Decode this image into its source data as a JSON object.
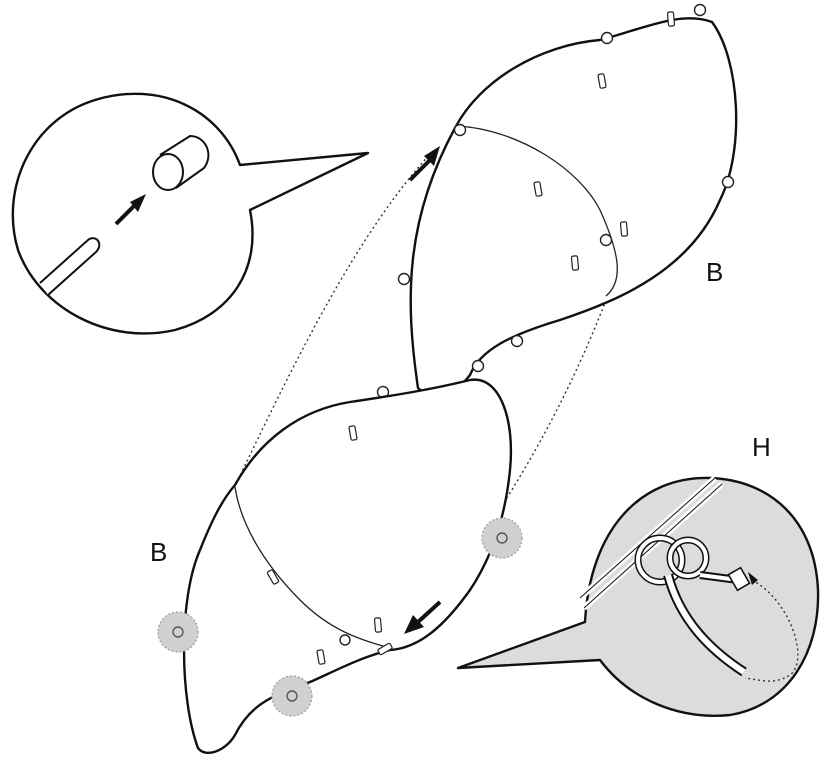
{
  "labels": {
    "upper_view_letter": "B",
    "lower_view_letter": "B",
    "detail_letter": "H"
  },
  "colors": {
    "line": "#111111",
    "detail_fill": "#dcdcdc",
    "marker_fill": "#d0d0d0",
    "background": "#ffffff"
  },
  "icons": {
    "detail_left": "pin-insertion-detail",
    "detail_right": "knot-tie-detail",
    "arrow": "direction-arrow"
  }
}
